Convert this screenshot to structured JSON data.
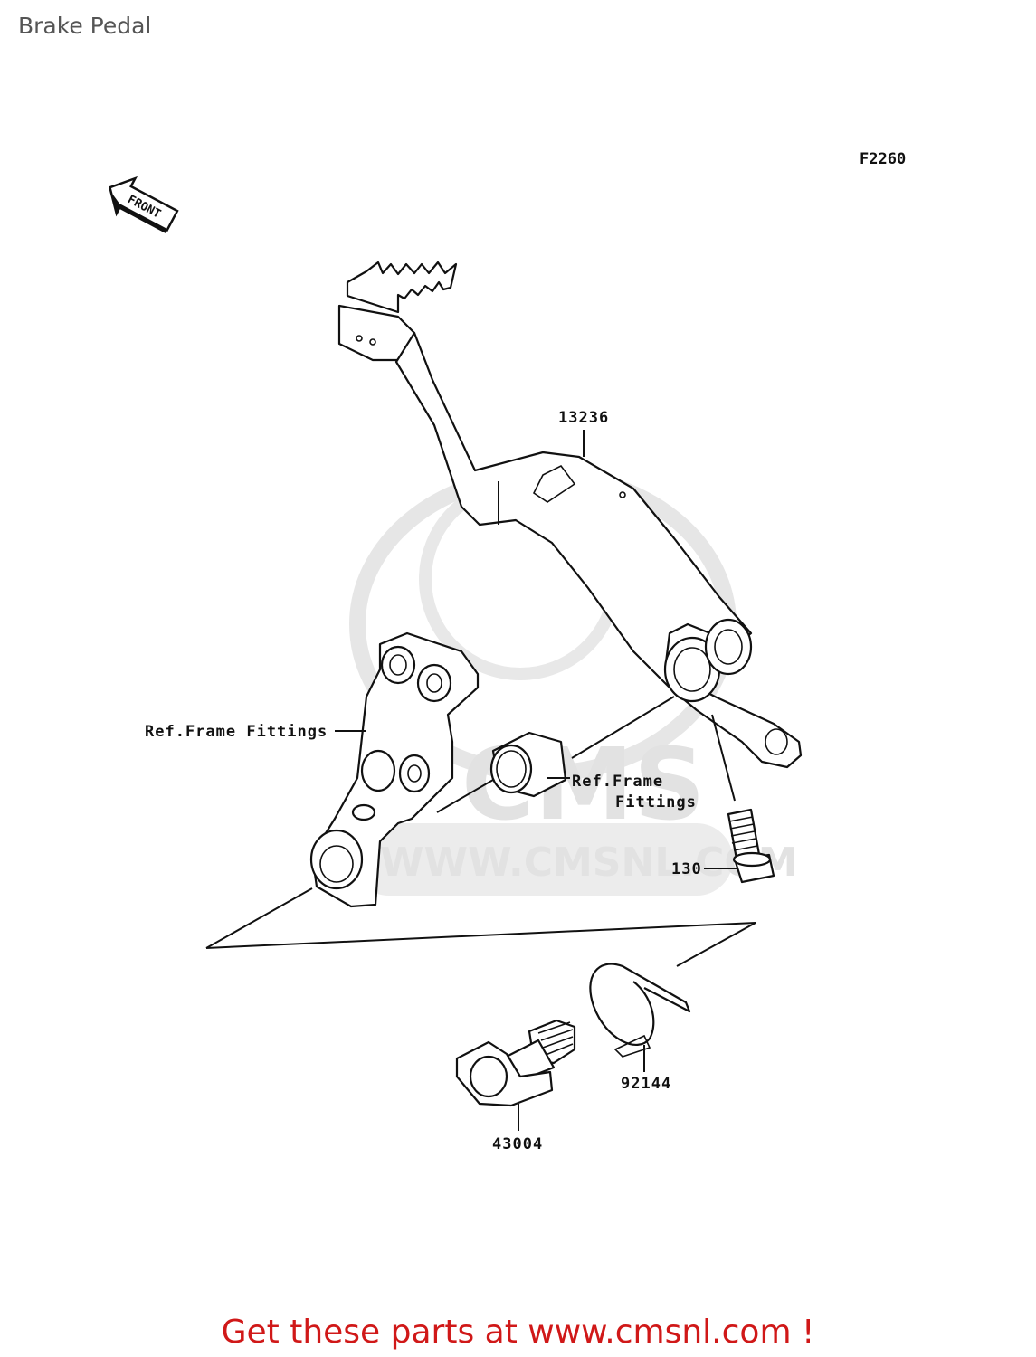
{
  "page": {
    "title": "Brake Pedal",
    "figure_code": "F2260",
    "footer": "Get these parts at www.cmsnl.com !"
  },
  "orientation": {
    "front_label": "FRONT"
  },
  "watermark": {
    "text": "CMS",
    "url": "WWW.CMSNL.COM"
  },
  "parts": {
    "pedal": "13236",
    "bolt": "130",
    "spring": "92144",
    "pivot_shaft": "43004"
  },
  "references": {
    "frame_fittings_left": "Ref.Frame Fittings",
    "frame_fittings_right_line1": "Ref.Frame",
    "frame_fittings_right_line2": "Fittings"
  },
  "colors": {
    "title": "#555555",
    "footer": "#d01818",
    "linework": "#111111",
    "watermark": "#e2e2e2"
  }
}
